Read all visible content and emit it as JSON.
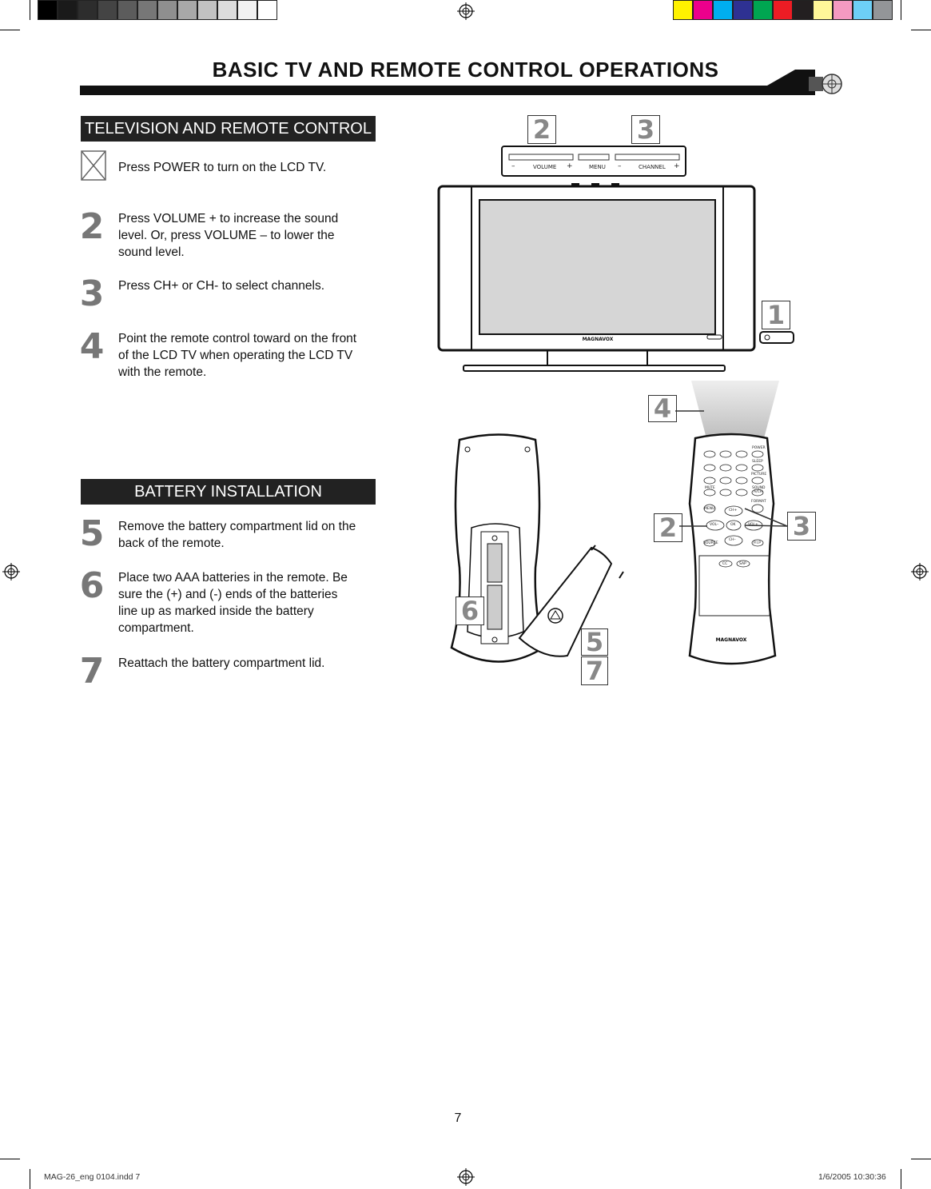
{
  "page_title": "BASIC TV AND REMOTE CONTROL OPERATIONS",
  "sections": {
    "tv_remote": {
      "header": "TELEVISION AND REMOTE CONTROL",
      "steps": [
        {
          "num": "",
          "text": "Press POWER to turn on the LCD TV."
        },
        {
          "num": "2",
          "text": "Press VOLUME + to increase the sound level. Or, press VOLUME – to lower the sound level."
        },
        {
          "num": "3",
          "text": "Press CH+ or CH- to select channels."
        },
        {
          "num": "4",
          "text": "Point the remote control toward on the front of the LCD TV when operating the LCD TV with the remote."
        }
      ]
    },
    "battery": {
      "header": "BATTERY INSTALLATION",
      "steps": [
        {
          "num": "5",
          "text": "Remove the battery compartment lid on the back of the remote."
        },
        {
          "num": "6",
          "text": "Place two AAA batteries in the remote. Be sure the (+) and (-) ends of the batteries line up as marked inside the battery compartment."
        },
        {
          "num": "7",
          "text": "Reattach the battery compartment lid."
        }
      ]
    }
  },
  "illustration": {
    "callouts": {
      "tv_volume": "2",
      "tv_channel": "3",
      "tv_power": "1",
      "remote_point": "4",
      "remote_vol": "2",
      "remote_ch": "3",
      "back_batteries": "6",
      "back_lid_remove": "5",
      "back_lid_attach": "7"
    },
    "tv_panel": {
      "minus1": "–",
      "volume": "VOLUME",
      "plus1": "+",
      "menu": "MENU",
      "minus2": "–",
      "channel": "CHANNEL",
      "plus2": "+"
    },
    "brand": "MAGNAVOX",
    "remote_labels": {
      "power": "POWER",
      "sleep": "SLEEP",
      "picture": "PICTURE",
      "mute": "MUTE",
      "sound": "SOUND",
      "format": "FORMAT",
      "menu": "MENU",
      "ch_plus": "CH+",
      "vol_minus": "VOL–",
      "ok": "OK",
      "vol_plus": "VOL+",
      "ch_minus": "CH–",
      "source": "SOURCE",
      "pip": "P.I.P",
      "cc": "CC",
      "sap": "SAP",
      "acr": "A/CH"
    }
  },
  "page_number": "7",
  "footer": {
    "file": "MAG-26_eng 0104.indd   7",
    "timestamp": "1/6/2005   10:30:36"
  },
  "print_bars": {
    "gray": [
      "#000000",
      "#1a1a1a",
      "#2d2d2d",
      "#444444",
      "#5c5c5c",
      "#777777",
      "#8f8f8f",
      "#a8a8a8",
      "#c2c2c2",
      "#dcdcdc",
      "#f2f2f2",
      "#ffffff"
    ],
    "color": [
      "#fff200",
      "#ec008c",
      "#00aeef",
      "#2e3192",
      "#00a651",
      "#ed1c24",
      "#231f20",
      "#fff799",
      "#f49ac1",
      "#6dcff6",
      "#939598"
    ]
  }
}
